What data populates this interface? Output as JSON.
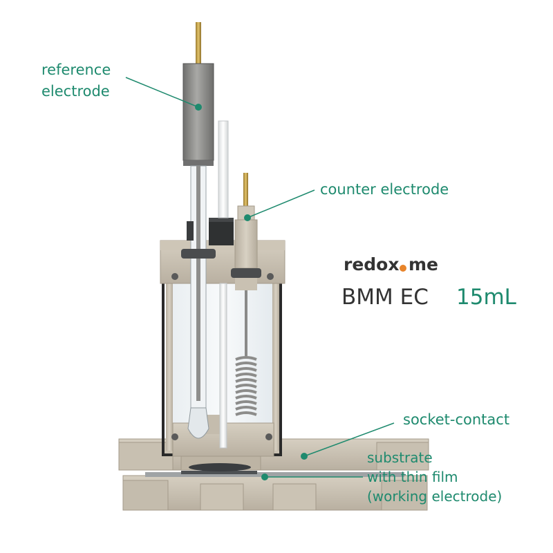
{
  "labels": {
    "reference_line1": "reference",
    "reference_line2": "electrode",
    "counter": "counter electrode",
    "socket": "socket-contact",
    "substrate_line1": "substrate",
    "substrate_line2": "with thin film",
    "substrate_line3": "(working electrode)"
  },
  "brand": {
    "logo_left": "redox",
    "logo_right": "me",
    "product_name": "BMM EC",
    "product_volume": "15mL"
  },
  "colors": {
    "accent_green": "#1e8a6e",
    "logo_dot_orange": "#e8842a",
    "text_dark": "#333333",
    "body_beige": "#cfc7b8",
    "electrode_gray": "#8a8a88",
    "brass": "#c8a24a"
  }
}
